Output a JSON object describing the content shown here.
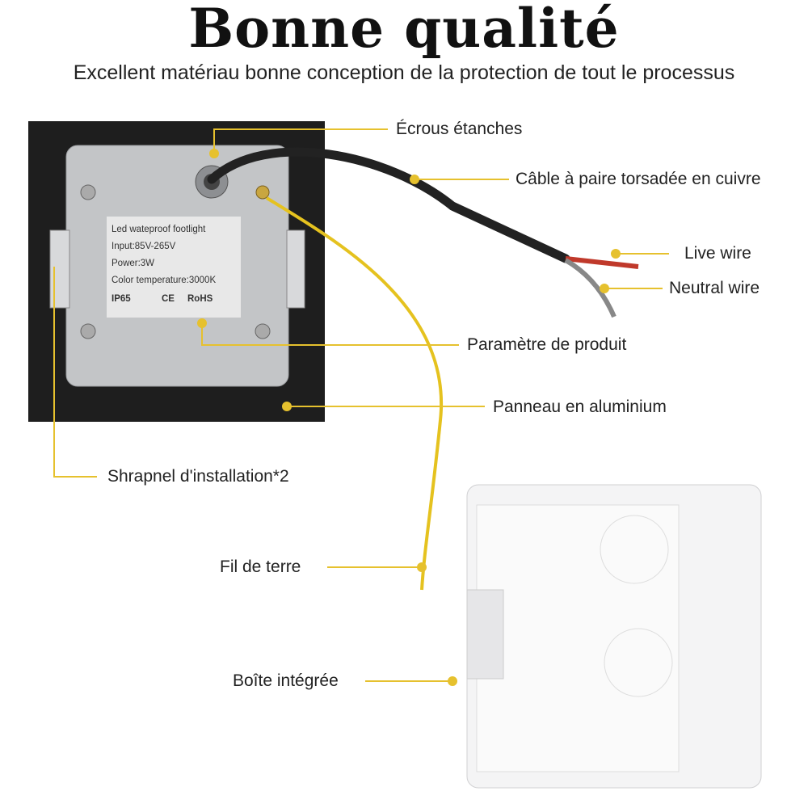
{
  "header": {
    "title": "Bonne qualité",
    "subtitle": "Excellent matériau bonne conception de la protection de tout le processus"
  },
  "callouts": {
    "nuts": "Écrous étanches",
    "cable": "Câble à paire torsadée en cuivre",
    "live": "Live wire",
    "neutral": "Neutral wire",
    "params": "Paramètre de produit",
    "panel": "Panneau en aluminium",
    "shrapnel": "Shrapnel d'installation*2",
    "ground": "Fil de terre",
    "box": "Boîte intégrée"
  },
  "product_label": {
    "line1": "Led wateproof footlight",
    "line2": "Input:85V-265V",
    "line3": "Power:3W",
    "line4": "Color temperature:3000K",
    "ip": "IP65",
    "ce": "CE",
    "rohs": "RoHS"
  },
  "colors": {
    "leader": "#e6c12e",
    "panel": "#1e1e1e",
    "plate": "#c4c6c8"
  }
}
